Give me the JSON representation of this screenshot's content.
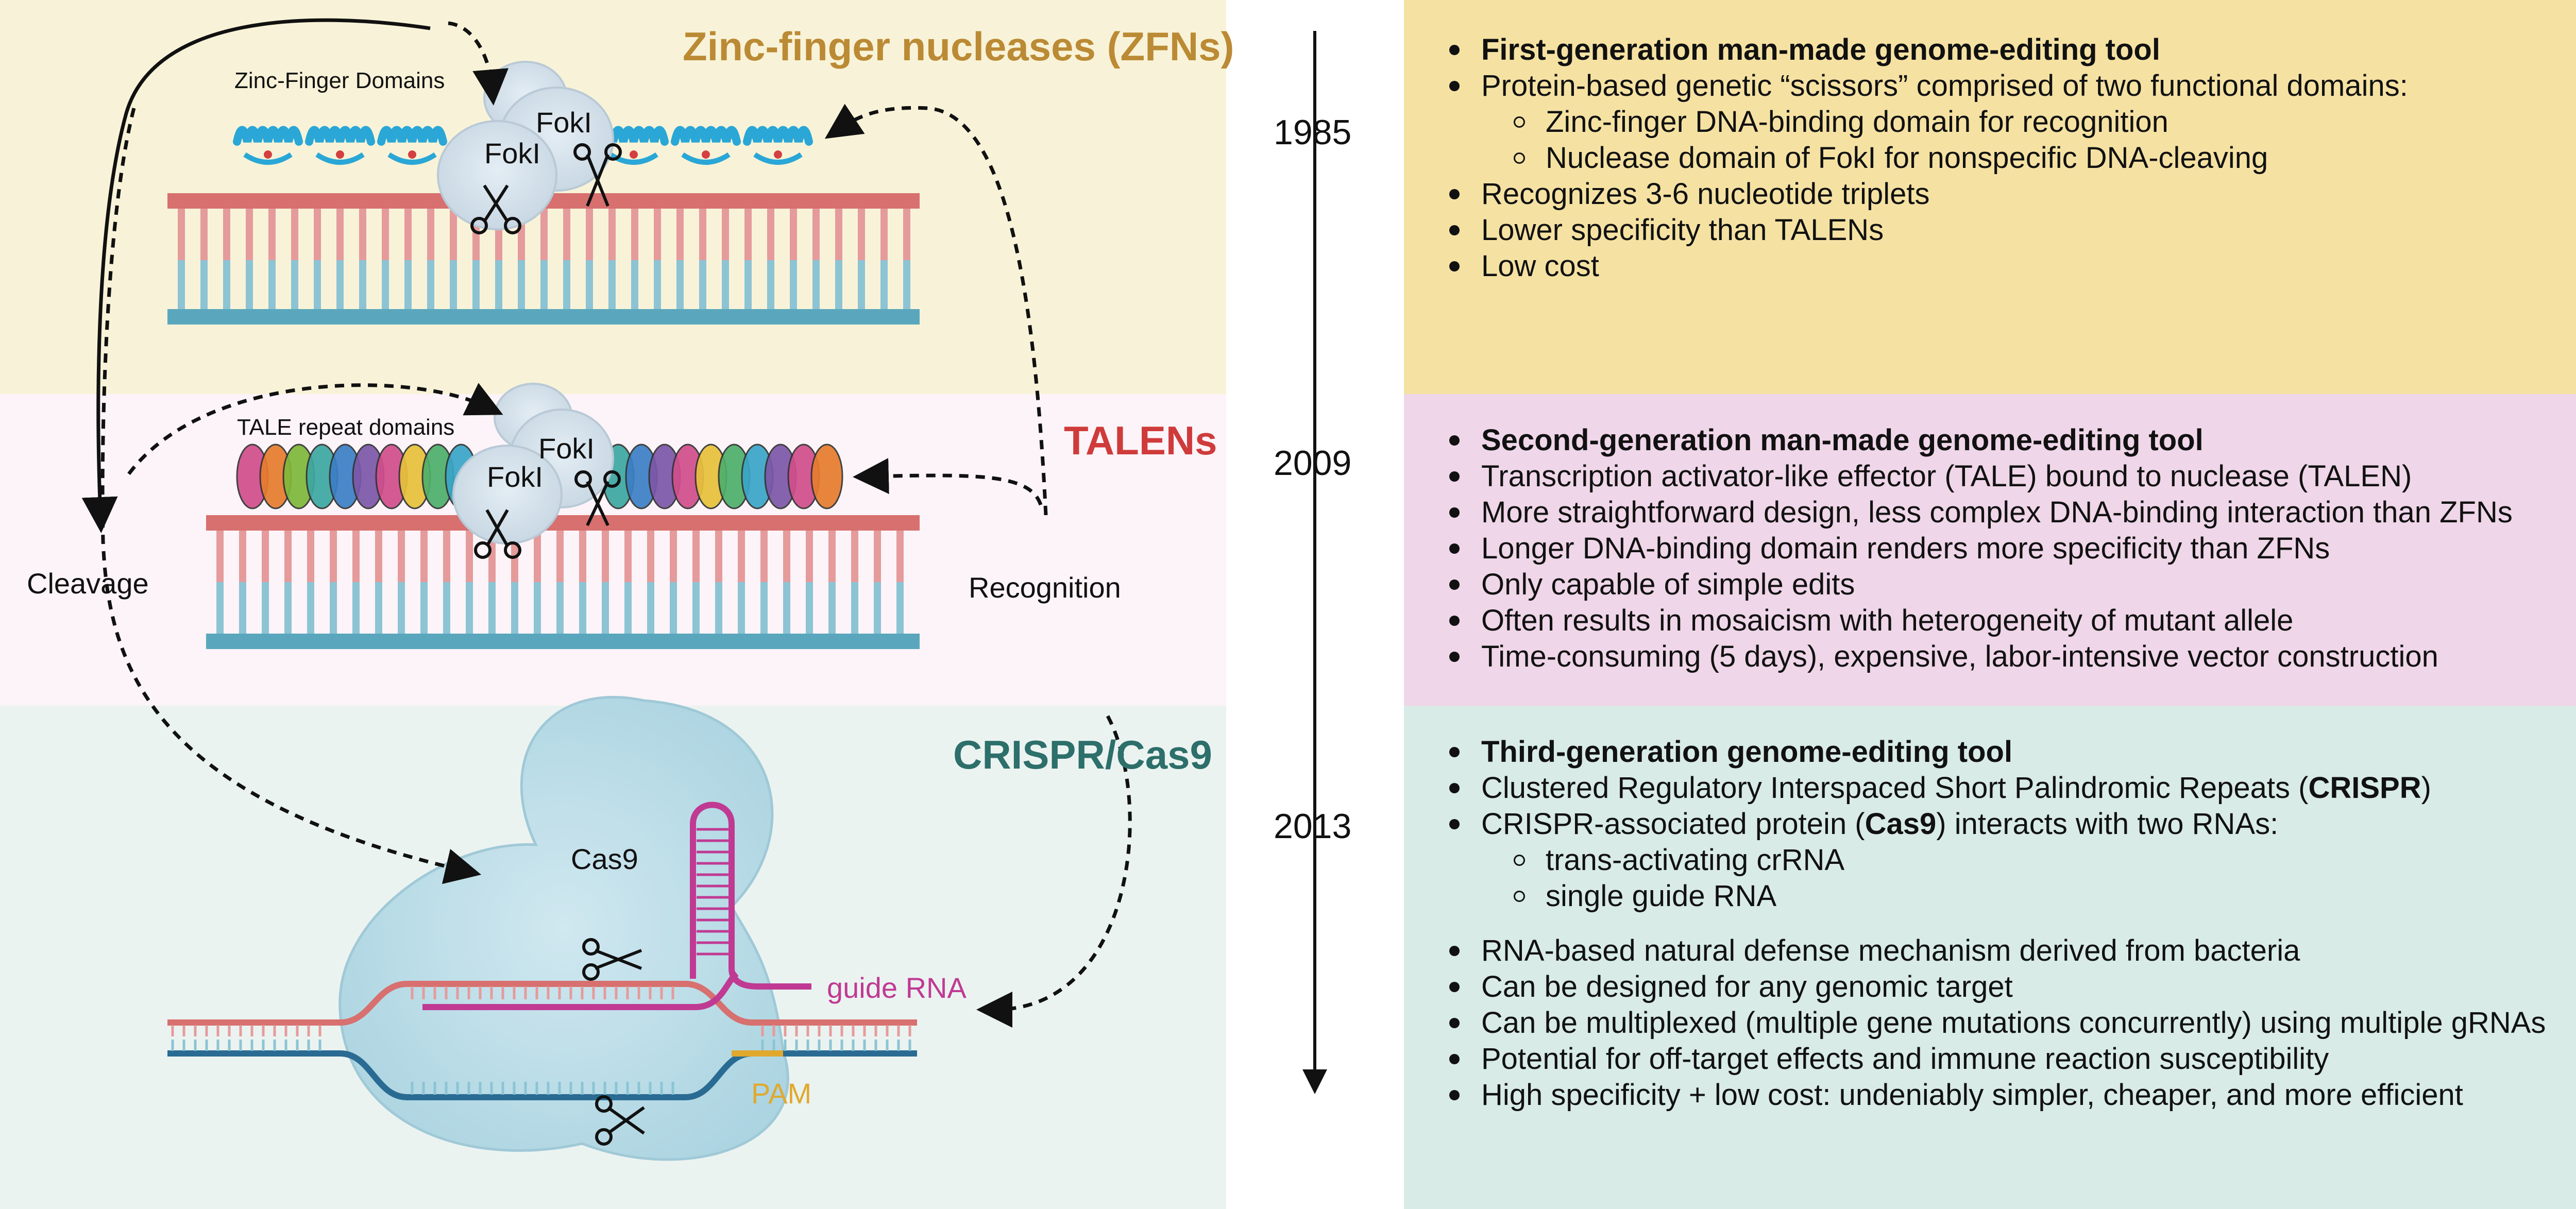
{
  "colors": {
    "zfn_bg": "#f8f3d8",
    "talen_bg": "#fcf4f8",
    "crispr_bg": "#ebf3f1",
    "zfn_info_bg": "#f5e2a3",
    "talen_info_bg": "#efd6e8",
    "crispr_info_bg": "#d8ebe6",
    "zfn_title": "#bb8a34",
    "talen_title": "#cf3b3b",
    "crispr_title": "#2d6f6a",
    "dna_top": "#d7706f",
    "dna_bottom": "#5aa7bd",
    "guide_rna": "#c03a93",
    "pam": "#e0a92e"
  },
  "left": {
    "zfn": {
      "title": "Zinc-finger nucleases (ZFNs)",
      "domains_label": "Zinc-Finger Domains",
      "fokl_top": "FokI",
      "fokl_bottom": "FokI"
    },
    "talen": {
      "title": "TALENs",
      "domains_label": "TALE repeat domains",
      "fokl_top": "FokI",
      "fokl_bottom": "FokI"
    },
    "crispr": {
      "title": "CRISPR/Cas9",
      "cas9_label": "Cas9",
      "guide_label": "guide RNA",
      "pam_label": "PAM"
    },
    "cleavage_label": "Cleavage",
    "recognition_label": "Recognition"
  },
  "timeline": {
    "years": [
      "1985",
      "2009",
      "2013"
    ]
  },
  "info": {
    "zfn": {
      "heading": "First-generation man-made genome-editing tool",
      "lines": [
        "Protein-based genetic “scissors” comprised of two functional domains:"
      ],
      "sub": [
        "Zinc-finger DNA-binding domain for recognition",
        "Nuclease domain of FokI for nonspecific DNA-cleaving"
      ],
      "lines2": [
        "Recognizes 3-6 nucleotide triplets",
        "Lower specificity than TALENs",
        "Low cost"
      ]
    },
    "talen": {
      "heading": "Second-generation man-made genome-editing tool",
      "lines": [
        "Transcription activator-like effector (TALE) bound to nuclease (TALEN)",
        "More straightforward design, less complex DNA-binding interaction than ZFNs",
        "Longer DNA-binding domain renders more specificity than ZFNs",
        "Only capable of simple edits",
        "Often results in mosaicism with heterogeneity of mutant allele",
        "Time-consuming (5 days), expensive, labor-intensive vector construction"
      ]
    },
    "crispr": {
      "heading": "Third-generation genome-editing tool",
      "l1_pre": "Clustered Regulatory Interspaced Short Palindromic Repeats (",
      "l1_bold": "CRISPR",
      "l1_post": ")",
      "l2_pre": "CRISPR-associated protein (",
      "l2_bold": "Cas9",
      "l2_post": ") interacts with two RNAs:",
      "sub": [
        "trans-activating crRNA",
        "single guide RNA"
      ],
      "lines2": [
        "RNA-based natural defense mechanism derived from bacteria",
        "Can be designed for any genomic target",
        "Can be multiplexed (multiple gene mutations concurrently) using multiple gRNAs",
        "Potential for off-target effects and immune reaction susceptibility",
        "High specificity + low cost: undeniably simpler, cheaper, and more efficient"
      ]
    }
  }
}
